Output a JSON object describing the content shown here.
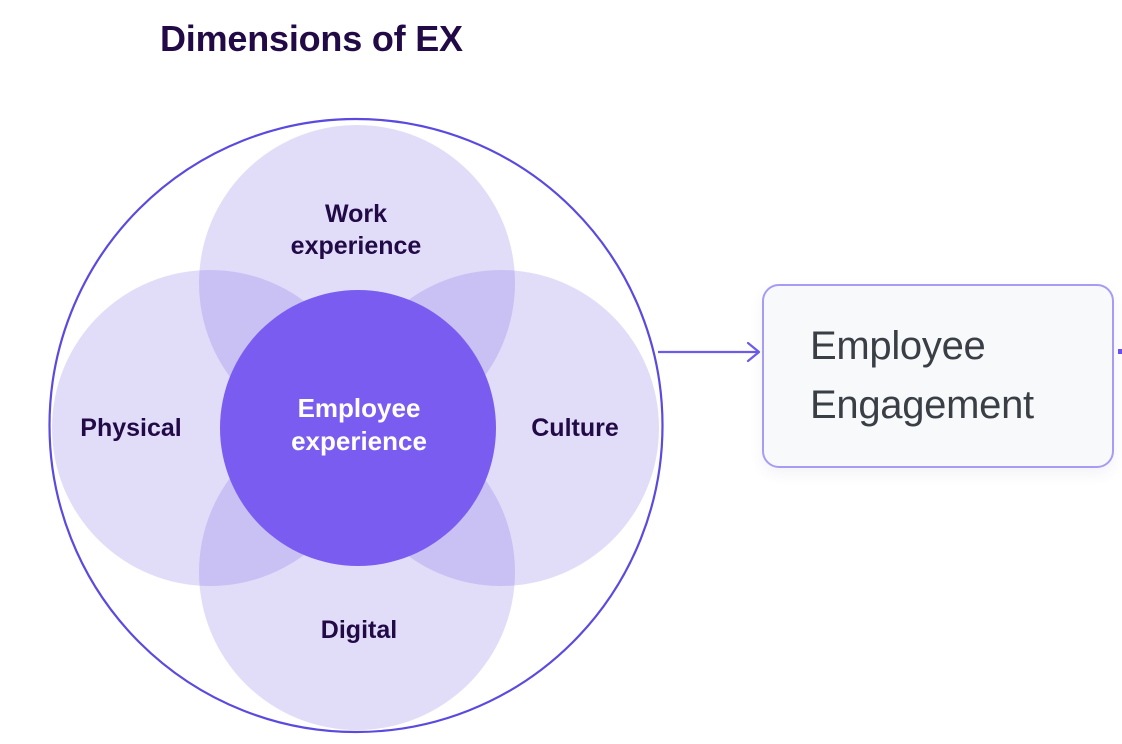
{
  "title": "Dimensions of EX",
  "colors": {
    "title_text": "#220a47",
    "petal_fill": "#d9d6f9",
    "center_fill": "#7b5cf0",
    "center_text": "#ffffff",
    "outer_ring_stroke": "#5a4ae0",
    "arrow": "#6b5ce7",
    "card_border": "#a79cf4",
    "card_background": "#f8f9fb",
    "card_text": "#3a3f46"
  },
  "venn": {
    "center": {
      "name": "employee-experience",
      "label": "Employee\nexperience"
    },
    "petals": [
      {
        "name": "work-experience",
        "label": "Work\nexperience",
        "position": "top"
      },
      {
        "name": "culture",
        "label": "Culture",
        "position": "right"
      },
      {
        "name": "digital",
        "label": "Digital",
        "position": "bottom"
      },
      {
        "name": "physical",
        "label": "Physical",
        "position": "left"
      }
    ]
  },
  "connector": {
    "name": "arrow-to-outcome",
    "direction": "right"
  },
  "outcome": {
    "label": "Employee\nEngagement"
  }
}
